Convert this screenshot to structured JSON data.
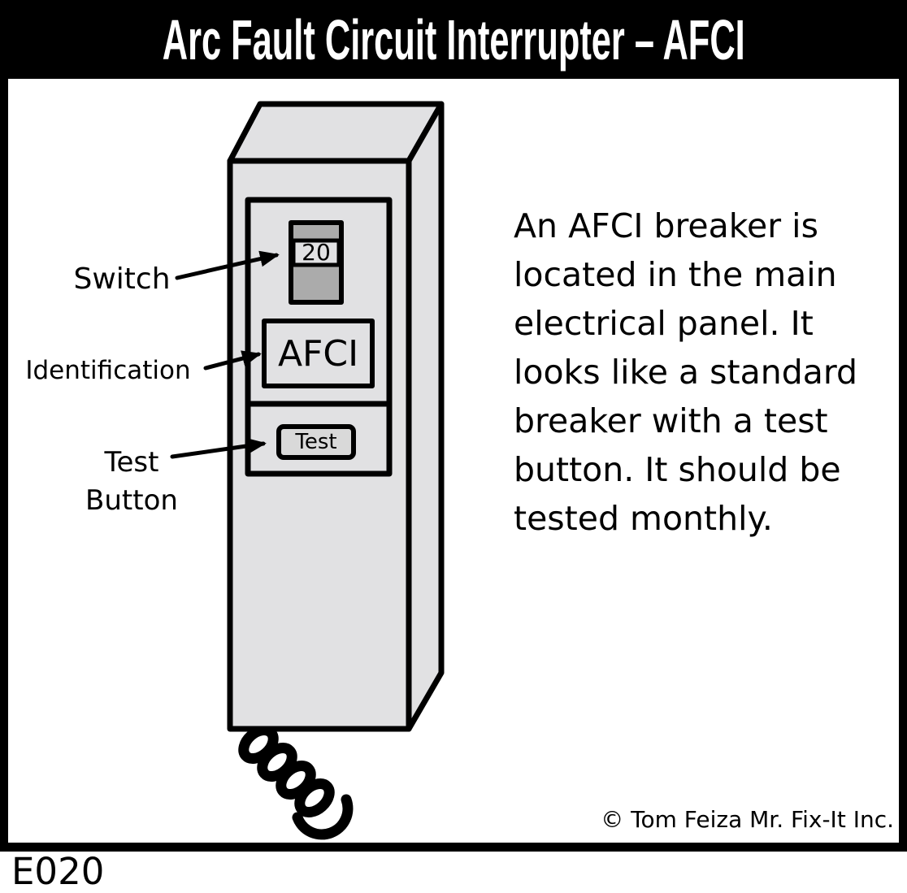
{
  "title": "Arc Fault Circuit Interrupter – AFCI",
  "figure_id": "E020",
  "copyright": "© Tom Feiza Mr. Fix-It Inc.",
  "labels": {
    "switch": "Switch",
    "identification": "Identification",
    "test_button": [
      "Test",
      "Button"
    ]
  },
  "breaker": {
    "rating": "20",
    "id_text": "AFCI",
    "test_text": "Test"
  },
  "description_lines": [
    "An AFCI breaker is",
    "located in the main",
    "electrical panel. It",
    "looks like a standard",
    "breaker with a test",
    "button. It should be",
    "tested monthly."
  ],
  "colors": {
    "panel-gray": "#e1e1e3",
    "switch-gray": "#ababab",
    "button-gray": "#d9d9d9",
    "ink": "#000000",
    "title-bg": "#000000",
    "title-fg": "#ffffff"
  }
}
